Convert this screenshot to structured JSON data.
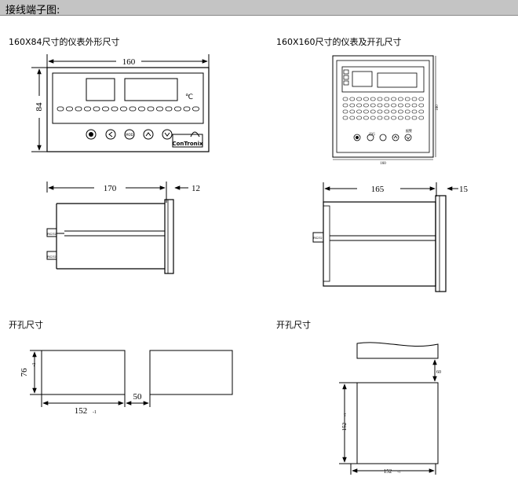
{
  "header": {
    "title": "接线端子图:"
  },
  "sections": {
    "front_84": "160X84尺寸的仪表外形尺寸",
    "front_160": "160X160尺寸的仪表及开孔尺寸",
    "cutout_left": "开孔尺寸",
    "cutout_right": "开孔尺寸"
  },
  "dims": {
    "w160": "160",
    "h84": "84",
    "depth170": "170",
    "bezel12": "12",
    "depth165": "165",
    "bezel15": "15",
    "cut76": "76",
    "cut76_tol": "-1",
    "cut152": "152",
    "cut152_tol": "-1",
    "gap50": "50",
    "gap60": "60",
    "cut152b": "152",
    "cut152b_tol": "+1",
    "cut152c": "152",
    "cut152c_tol": "+1",
    "w160b": "160",
    "h160b": "160"
  },
  "panel": {
    "brand": "ConTronix",
    "unit_celsius": "℃",
    "btn_mode": "MOD",
    "label_run": "运行",
    "label_alarm": "报警"
  },
  "connector": {
    "tag": "RS232"
  }
}
